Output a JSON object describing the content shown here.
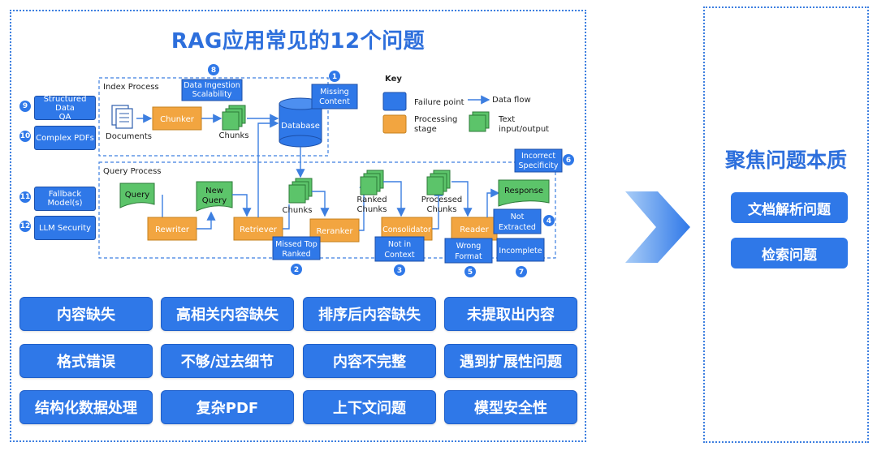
{
  "title": "RAG应用常见的12个问题",
  "diagram": {
    "index_process": "Index Process",
    "query_process": "Query Process",
    "documents": "Documents",
    "chunker": "Chunker",
    "chunks_index": "Chunks",
    "database": "Database",
    "data_ingestion": [
      "Data Ingestion",
      "Scalability"
    ],
    "missing_content": [
      "Missing",
      "Content"
    ],
    "query": "Query",
    "rewriter": "Rewriter",
    "new_query": [
      "New",
      "Query"
    ],
    "retriever": "Retriever",
    "chunks_query": "Chunks",
    "reranker": "Reranker",
    "ranked_chunks": [
      "Ranked",
      "Chunks"
    ],
    "consolidator": "Consolidator",
    "processed_chunks": [
      "Processed",
      "Chunks"
    ],
    "reader": "Reader",
    "response": "Response",
    "missed_top_ranked": [
      "Missed Top",
      "Ranked"
    ],
    "not_in_context": [
      "Not in",
      "Context"
    ],
    "wrong_format": [
      "Wrong",
      "Format"
    ],
    "incomplete": "Incomplete",
    "not_extracted": [
      "Not",
      "Extracted"
    ],
    "incorrect_specificity": [
      "Incorrect",
      "Specificity"
    ],
    "key": {
      "title": "Key",
      "failure_point": "Failure point",
      "processing_stage": [
        "Processing",
        "stage"
      ],
      "data_flow": "Data flow",
      "text_io": [
        "Text",
        "input/output"
      ]
    },
    "side_items": [
      {
        "num": "9",
        "label": [
          "Structured Data",
          "QA"
        ]
      },
      {
        "num": "10",
        "label": [
          "Complex PDFs"
        ]
      },
      {
        "num": "11",
        "label": [
          "Fallback",
          "Model(s)"
        ]
      },
      {
        "num": "12",
        "label": [
          "LLM Security"
        ]
      }
    ],
    "numbers": [
      "1",
      "2",
      "3",
      "4",
      "5",
      "6",
      "7",
      "8"
    ]
  },
  "issue_tags": [
    "内容缺失",
    "高相关内容缺失",
    "排序后内容缺失",
    "未提取出内容",
    "格式错误",
    "不够/过去细节",
    "内容不完整",
    "遇到扩展性问题",
    "结构化数据处理",
    "复杂PDF",
    "上下文问题",
    "模型安全性"
  ],
  "right_panel": {
    "title": "聚焦问题本质",
    "tags": [
      "文档解析问题",
      "检索问题"
    ]
  },
  "colors": {
    "blue": "#2f78e8",
    "orange": "#f2a540",
    "green": "#5cc46a",
    "title_blue": "#2d6fdc"
  }
}
